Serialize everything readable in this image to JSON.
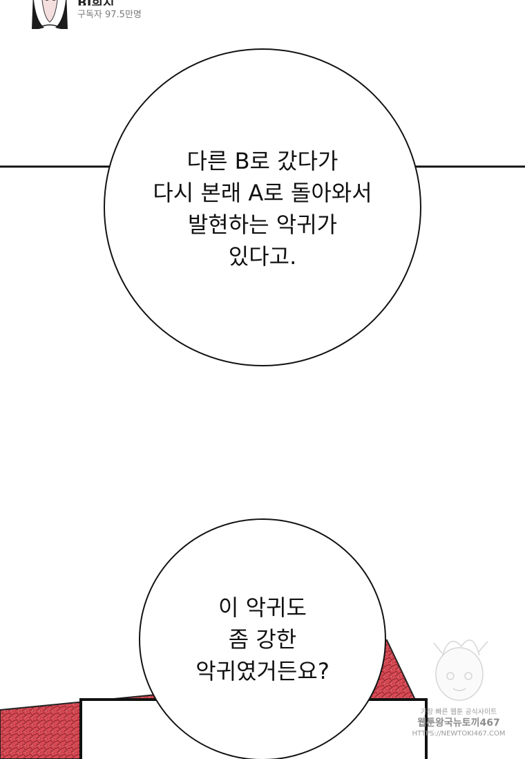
{
  "streamer": {
    "name": "BJ희지",
    "subscribers": "구독자 97.5만명"
  },
  "bubble_top": {
    "lines": [
      "다른 B로 갔다가",
      "다시 본래 A로 돌아와서",
      "발현하는 악귀가",
      "있다고."
    ]
  },
  "bubble_bottom": {
    "lines": [
      "이 악귀도",
      "좀 강한",
      "악귀였거든요?"
    ]
  },
  "watermark": {
    "line1": "가장 빠른 웹툰 공식사이트",
    "line2": "웹툰왕국뉴토끼467",
    "line3": "HTTPS://NEWTOKI467.COM"
  },
  "colors": {
    "panel_red": "#d84a54",
    "ink": "#111111"
  }
}
